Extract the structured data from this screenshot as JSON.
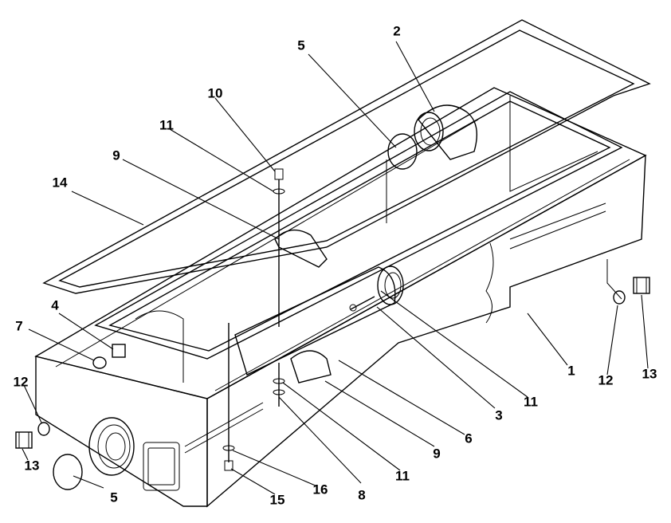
{
  "diagram": {
    "callouts": [
      {
        "id": "c1",
        "label": "1"
      },
      {
        "id": "c2",
        "label": "2"
      },
      {
        "id": "c3",
        "label": "3"
      },
      {
        "id": "c4",
        "label": "4"
      },
      {
        "id": "c5a",
        "label": "5"
      },
      {
        "id": "c5b",
        "label": "5"
      },
      {
        "id": "c6",
        "label": "6"
      },
      {
        "id": "c7",
        "label": "7"
      },
      {
        "id": "c8",
        "label": "8"
      },
      {
        "id": "c9a",
        "label": "9"
      },
      {
        "id": "c9b",
        "label": "9"
      },
      {
        "id": "c10",
        "label": "10"
      },
      {
        "id": "c11a",
        "label": "11"
      },
      {
        "id": "c11b",
        "label": "11"
      },
      {
        "id": "c11c",
        "label": "11"
      },
      {
        "id": "c12a",
        "label": "12"
      },
      {
        "id": "c12b",
        "label": "12"
      },
      {
        "id": "c13a",
        "label": "13"
      },
      {
        "id": "c13b",
        "label": "13"
      },
      {
        "id": "c14",
        "label": "14"
      },
      {
        "id": "c15",
        "label": "15"
      },
      {
        "id": "c16",
        "label": "16"
      }
    ]
  }
}
